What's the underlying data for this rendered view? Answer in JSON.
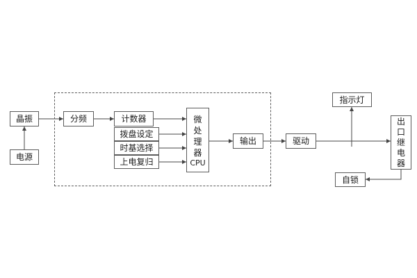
{
  "diagram": {
    "boxes": {
      "crystal": "晶振",
      "power": "电源",
      "divider": "分频",
      "counter": "计数器",
      "dial_setting": "拨盘设定",
      "timebase_select": "时基选择",
      "power_on_reset": "上电复归",
      "mcu": "微处理器",
      "mcu_cpu": "CPU",
      "output": "输出",
      "drive": "驱动",
      "indicator_lamp": "指示灯",
      "outlet_relay": "出口继电器",
      "self_lock": "自锁"
    },
    "connections": [
      {
        "from": "crystal",
        "to": "divider"
      },
      {
        "from": "power",
        "to": "crystal"
      },
      {
        "from": "divider",
        "to": "counter"
      },
      {
        "from": "counter",
        "to": "mcu"
      },
      {
        "from": "dial_setting",
        "to": "mcu"
      },
      {
        "from": "timebase_select",
        "to": "mcu"
      },
      {
        "from": "power_on_reset",
        "to": "mcu"
      },
      {
        "from": "mcu",
        "to": "output"
      },
      {
        "from": "output",
        "to": "drive"
      },
      {
        "from": "drive",
        "to": "outlet_relay"
      },
      {
        "from": "drive_line_junction",
        "to": "indicator_lamp"
      },
      {
        "from": "outlet_relay",
        "to": "self_lock"
      }
    ],
    "colors": {
      "line": "#444444",
      "border": "#5a5a5a",
      "text": "#1a1a1a",
      "background": "#ffffff"
    }
  }
}
